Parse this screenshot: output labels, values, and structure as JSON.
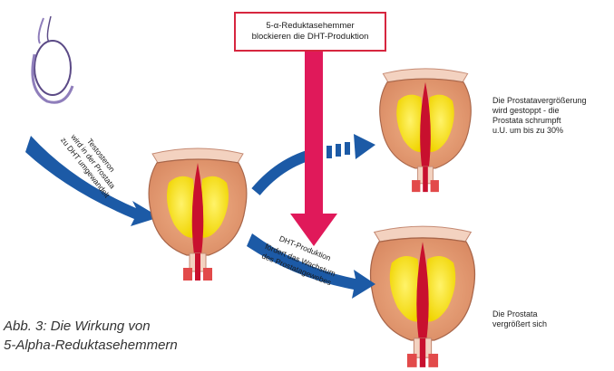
{
  "inhibitor_box": {
    "line1": "5-α-Reduktasehemmer",
    "line2": "blockieren die DHT-Produktion"
  },
  "arrow_labels": {
    "testosterone": [
      "Testosteron",
      "wird in der Prostata",
      "zu DHT umgewandelt"
    ],
    "dht_production": [
      "DHT-Produktion",
      "fördert das Wachstum",
      "des Prostatagewebes"
    ]
  },
  "notes": {
    "shrink": [
      "Die Prostatavergrößerung",
      "wird gestoppt - die",
      "Prostata schrumpft",
      "u.U. um bis zu 30%"
    ],
    "grow": [
      "Die Prostata",
      "vergrößert sich"
    ]
  },
  "caption": {
    "line1": "Abb. 3: Die Wirkung von",
    "line2": "5-Alpha-Reduktasehemmern"
  },
  "colors": {
    "box_border": "#d6263f",
    "inhibitor_arrow": "#e0195a",
    "flow_arrow": "#1c5aa6",
    "prostata_tissue": "#e8a27a",
    "gland_core": "#f5e51a",
    "urethra": "#c8102e"
  },
  "icons": [
    "testis-icon",
    "prostate-icon"
  ]
}
